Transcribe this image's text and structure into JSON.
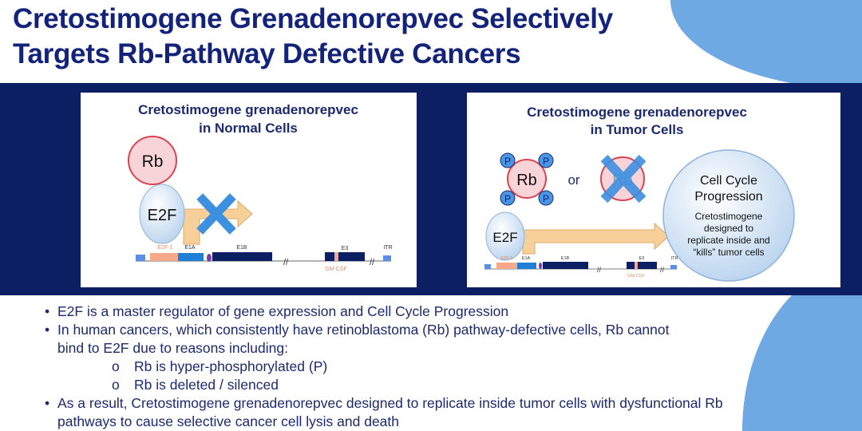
{
  "title": {
    "line1": "Cretostimogene Grenadenorepvec Selectively",
    "line2": "Targets Rb-Pathway Defective Cancers"
  },
  "normal_panel": {
    "title1": "Cretostimogene grenadenorepvec",
    "title2": "in Normal Cells",
    "rb": "Rb",
    "e2f": "E2F"
  },
  "tumor_panel": {
    "title1": "Cretostimogene grenadenorepvec",
    "title2": "in Tumor Cells",
    "rb": "Rb",
    "p": "P",
    "or": "or",
    "e2f": "E2F",
    "circle_title1": "Cell Cycle",
    "circle_title2": "Progression",
    "circle_text": [
      "Cretostimogene",
      "designed to",
      "replicate inside and",
      "“kills” tumor cells"
    ]
  },
  "gene": {
    "e2f1": "E2F-1",
    "e1a": "E1A",
    "e1b": "E1B",
    "e3": "E3",
    "itr": "ITR",
    "gmcsf": "GM-CSF",
    "break": "//"
  },
  "colors": {
    "navy": "#0b1f62",
    "accent_blue": "#6fa9e3",
    "x_blue": "#3d8fe0",
    "rb_red": "#d94450",
    "arrow": "#f7cf98"
  },
  "bullets": {
    "b1": "E2F is a master regulator of gene expression and Cell Cycle Progression",
    "b2a": "In human cancers, which consistently have retinoblastoma (Rb) pathway-defective cells, Rb cannot",
    "b2b": "bind to E2F due to reasons including:",
    "sub_marker": "o",
    "s1": "Rb is hyper-phosphorylated (P)",
    "s2": "Rb is deleted / silenced",
    "b3a": "As a result, Cretostimogene grenadenorepvec designed to replicate inside tumor cells with dysfunctional Rb",
    "b3b": "pathways to cause selective cancer cell lysis and death"
  }
}
